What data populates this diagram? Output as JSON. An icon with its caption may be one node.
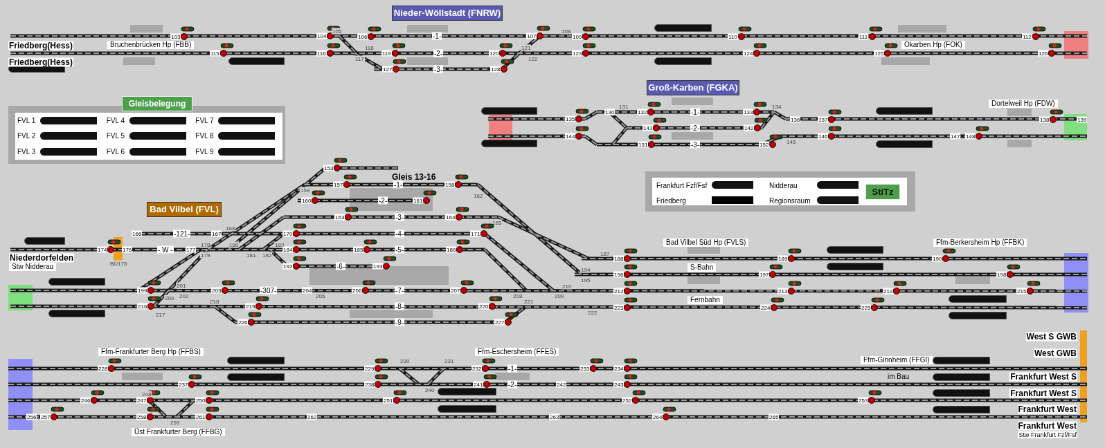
{
  "diagram": {
    "nodes": [
      {
        "text": [
          "Nieder-Wöllstadt (FNRW)"
        ]
      },
      {
        "text": [
          "Gleisbelegung",
          "FVL 1",
          "FVL 4",
          "FVL 7",
          "FVL 2",
          "FVL 5",
          "FVL 8",
          "FVL 3",
          "FVL 6",
          "FVL 9"
        ]
      },
      {
        "text": [
          "Groß-Karben (FGKA)"
        ]
      },
      {
        "text": [
          "Frankfurt Fzf/Fsf",
          "Nidderau",
          "Friedberg",
          "Regionsraum",
          "StiTz"
        ]
      },
      {
        "text": [
          "Bad Vilbel (FVL)"
        ]
      }
    ],
    "labels": [
      "Friedberg(Hess)",
      "Friedberg(Hess)",
      "Bruchenbrücken Hp (FBB)",
      "103",
      "104",
      "105",
      "106",
      "-1-",
      "107",
      "108",
      "109",
      "110",
      "111",
      "112",
      "115",
      "116",
      "117",
      "118",
      "119",
      "-2-",
      "120",
      "121",
      "122",
      "123",
      "124",
      "125",
      "126",
      "127",
      "-3-",
      "128",
      "Okarben Hp (FOK)",
      "130",
      "131",
      "132",
      "-1-",
      "133",
      "134",
      "135",
      "136",
      "137",
      "138",
      "139",
      "141",
      "-2-",
      "142",
      "144",
      "145",
      "146",
      "147",
      "148",
      "151",
      "-3-",
      "152",
      "Dortelweil Hp (FDW)",
      "153",
      "Gleis 13-16",
      "157",
      "-1-",
      "158",
      "159",
      "160",
      "-2-",
      "161",
      "162",
      "163",
      "-3-",
      "164",
      "165",
      "166",
      "-121-",
      "167",
      "168",
      "170",
      "-4-",
      "171",
      "Niederdorfelden",
      "Stw Nidderau",
      "174",
      "BÜ175",
      "176",
      "- W -",
      "177",
      "178",
      "179",
      "180",
      "181",
      "182",
      "183",
      "184",
      "-5-",
      "185",
      "186",
      "192",
      "-6-",
      "193",
      "199",
      "200",
      "201",
      "202",
      "203",
      "-307-",
      "204",
      "205",
      "206",
      "-7-",
      "207",
      "208",
      "216",
      "217",
      "218",
      "219",
      "-8-",
      "220",
      "221",
      "226",
      "-9-",
      "227",
      "Bad Vilbel Süd Hp (FVLS)",
      "187",
      "188",
      "189",
      "Ffm-Berkersheim Hp (FFBK)",
      "190",
      "S-Bahn",
      "194",
      "195",
      "196",
      "197",
      "198",
      "209",
      "210",
      "212",
      "213",
      "214",
      "215",
      "Fernbahn",
      "222",
      "223",
      "224",
      "225",
      "Ffm-Frankfurter Berg Hp (FFBS)",
      "228",
      "229",
      "230",
      "231",
      "Ffm-Eschersheim (FFES)",
      "232",
      "-1-",
      "233",
      "234",
      "Ffm-Ginnheim (FFGI)",
      "237",
      "238",
      "240",
      "241",
      "-2-",
      "242",
      "243",
      "im Bau",
      "246",
      "247",
      "248",
      "250",
      "251",
      "252",
      "253",
      "256",
      "257",
      "258",
      "259",
      "261",
      "262",
      "263",
      "264",
      "265",
      "Üst Frankfurter Berg (FFBG)",
      "West S GWB",
      "West GWB",
      "Frankfurt West S",
      "Frankfurt West S",
      "Frankfurt West",
      "Frankfurt West",
      "Stw Frankfurt Fzf/Fsf"
    ]
  }
}
